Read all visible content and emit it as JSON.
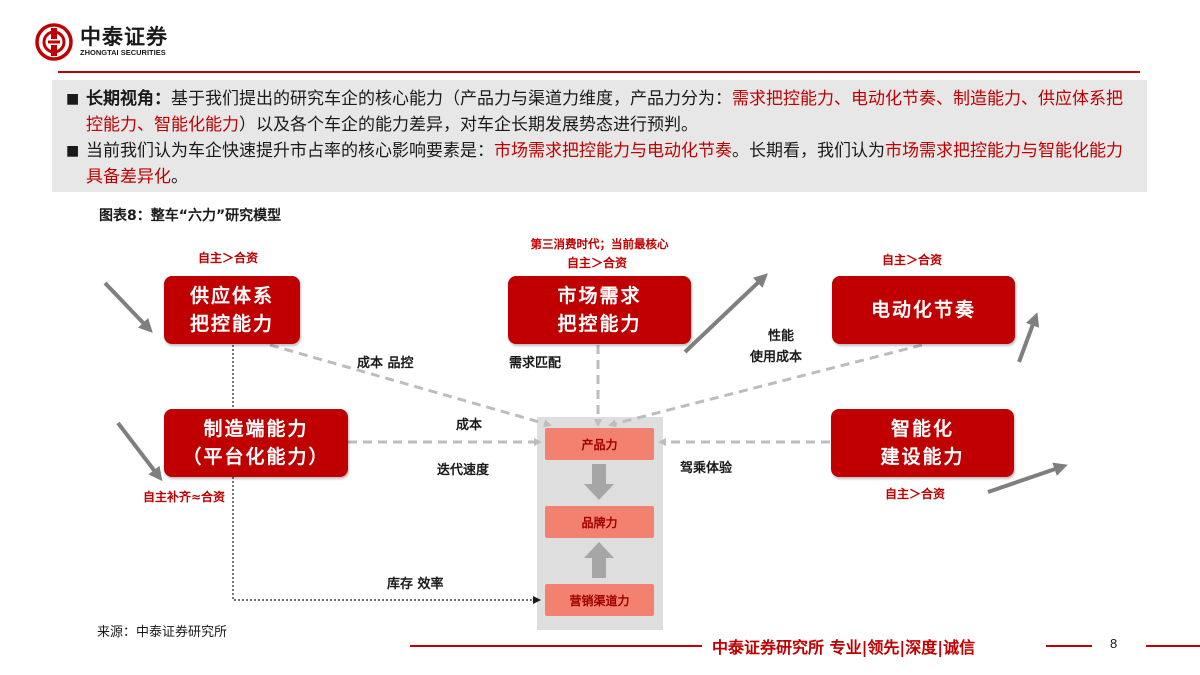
{
  "header": {
    "brand_cn": "中泰证券",
    "brand_en": "ZHONGTAI SECURITIES",
    "accent_color": "#c00000"
  },
  "summary": {
    "p1_lead": "长期视角：",
    "p1_text": "基于我们提出的研究车企的核心能力（产品力与渠道力维度，产品力分为：",
    "p1_red": "需求把控能力、电动化节奏、制造能力、供应体系把控能力、智能化能力",
    "p1_tail": "）以及各个车企的能力差异，对车企长期发展势态进行预判。",
    "p2_text": "当前我们认为车企快速提升市占率的核心影响要素是：",
    "p2_red": "市场需求把控能力与电动化节奏",
    "p2_mid": "。长期看，我们认为",
    "p2_red2": "市场需求把控能力与智能化能力具备差异化",
    "p2_tail": "。"
  },
  "figure": {
    "title": "图表8：整车“六力”研究模型",
    "boxes": {
      "supply_l1": "供应体系",
      "supply_l2": "把控能力",
      "market_l1": "市场需求",
      "market_l2": "把控能力",
      "electric": "电动化节奏",
      "manuf_l1": "制造端能力",
      "manuf_l2": "（平台化能力）",
      "smart_l1": "智能化",
      "smart_l2": "建设能力",
      "product": "产品力",
      "brand": "品牌力",
      "channel": "营销渠道力"
    },
    "red_labels": {
      "supply_tag": "自主＞合资",
      "market_tag1": "第三消费时代；当前最核心",
      "market_tag2": "自主＞合资",
      "electric_tag": "自主＞合资",
      "manuf_tag": "自主补齐≈合资",
      "smart_tag": "自主＞合资"
    },
    "edge_labels": {
      "cost_quality": "成本  品控",
      "demand_match": "需求匹配",
      "perf": "性能",
      "use_cost": "使用成本",
      "cost": "成本",
      "iteration": "迭代速度",
      "driving": "驾乘体验",
      "inventory_eff": "库存  效率"
    }
  },
  "source": "来源：中泰证券研究所",
  "footer": {
    "slogan": "中泰证券研究所 专业|领先|深度|诚信",
    "page": "8"
  }
}
